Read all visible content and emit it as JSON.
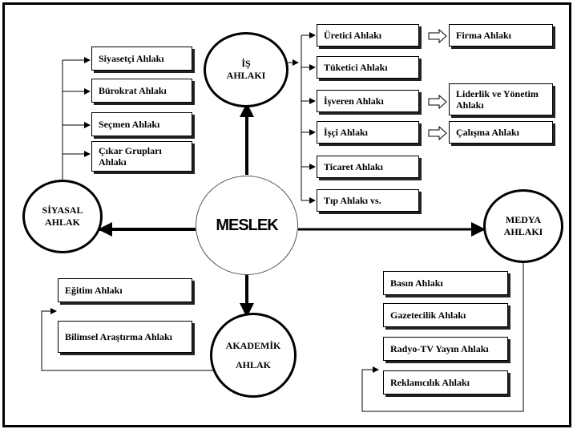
{
  "center": {
    "label": "MESLEK"
  },
  "nodes": {
    "is": {
      "line1": "İŞ",
      "line2": "AHLAKI"
    },
    "siyasal": {
      "line1": "SİYASAL",
      "line2": "AHLAK"
    },
    "medya": {
      "line1": "MEDYA",
      "line2": "AHLAKI"
    },
    "akademik": {
      "line1": "AKADEMİK",
      "line2": "AHLAK"
    }
  },
  "siyasal_items": [
    {
      "label": "Siyasetçi Ahlakı"
    },
    {
      "label": "Bürokrat Ahlakı"
    },
    {
      "label": "Seçmen Ahlakı"
    },
    {
      "label": "Çıkar Grupları Ahlakı"
    }
  ],
  "is_items": [
    {
      "label": "Üretici Ahlakı"
    },
    {
      "label": "Tüketici Ahlakı"
    },
    {
      "label": "İşveren Ahlakı"
    },
    {
      "label": "İşçi Ahlakı"
    },
    {
      "label": "Ticaret Ahlakı"
    },
    {
      "label": "Tıp Ahlakı vs."
    }
  ],
  "is_related": [
    {
      "label": "Firma Ahlakı"
    },
    {
      "label": "Liderlik ve Yönetim Ahlakı"
    },
    {
      "label": "Çalışma Ahlakı"
    }
  ],
  "akademik_items": [
    {
      "label": "Eğitim Ahlakı"
    },
    {
      "label": "Bilimsel Araştırma Ahlakı"
    }
  ],
  "medya_items": [
    {
      "label": "Basın Ahlakı"
    },
    {
      "label": "Gazetecilik Ahlakı"
    },
    {
      "label": "Radyo-TV Yayın Ahlakı"
    },
    {
      "label": "Reklamcılık Ahlakı"
    }
  ],
  "colors": {
    "line": "#000000",
    "box_shadow": "#222222",
    "background": "#ffffff"
  }
}
